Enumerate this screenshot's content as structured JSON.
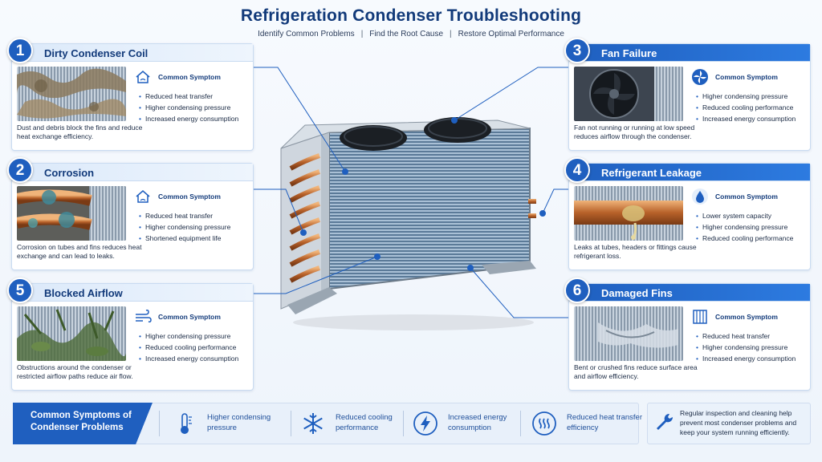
{
  "header": {
    "title": "Refrigeration Condenser Troubleshooting",
    "subtitle_parts": [
      "Identify Common Problems",
      "Find the Root Cause",
      "Restore Optimal Performance"
    ]
  },
  "common_symptom_label": "Common Symptom",
  "cards": [
    {
      "number": "1",
      "title": "Dirty Condenser Coil",
      "icon": "thermometer-house-icon",
      "caption": "Dust and debris block the fins and reduce heat exchange efficiency.",
      "symptoms": [
        "Reduced heat transfer",
        "Higher condensing pressure",
        "Increased energy consumption"
      ]
    },
    {
      "number": "2",
      "title": "Corrosion",
      "icon": "house-warning-icon",
      "caption": "Corrosion on tubes and fins reduces heat exchange and can lead to leaks.",
      "symptoms": [
        "Reduced heat transfer",
        "Higher condensing pressure",
        "Shortened equipment life"
      ]
    },
    {
      "number": "5",
      "title": "Blocked Airflow",
      "icon": "wind-icon",
      "caption": "Obstructions around the condenser or restricted airflow paths reduce air flow.",
      "symptoms": [
        "Higher condensing pressure",
        "Reduced cooling performance",
        "Increased energy consumption"
      ]
    },
    {
      "number": "3",
      "title": "Fan Failure",
      "icon": "fan-icon",
      "caption": "Fan not running or running at low speed reduces airflow through the condenser.",
      "symptoms": [
        "Higher condensing pressure",
        "Reduced cooling performance",
        "Increased energy consumption"
      ]
    },
    {
      "number": "4",
      "title": "Refrigerant Leakage",
      "icon": "droplet-icon",
      "caption": "Leaks at tubes, headers or fittings cause refrigerant loss.",
      "symptoms": [
        "Lower system capacity",
        "Higher condensing pressure",
        "Reduced cooling performance"
      ]
    },
    {
      "number": "6",
      "title": "Damaged Fins",
      "icon": "fins-icon",
      "caption": "Bent or crushed fins reduce surface area and airflow efficiency.",
      "symptoms": [
        "Reduced heat transfer",
        "Higher condensing pressure",
        "Increased energy consumption"
      ]
    }
  ],
  "bottom": {
    "label": "Common Symptoms of Condenser Problems",
    "items": [
      {
        "icon": "thermometer-icon",
        "text": "Higher condensing pressure"
      },
      {
        "icon": "snowflake-icon",
        "text": "Reduced cooling performance"
      },
      {
        "icon": "lightning-icon",
        "text": "Increased energy consumption"
      },
      {
        "icon": "heat-waves-icon",
        "text": "Reduced heat transfer efficiency"
      }
    ],
    "tip": "Regular inspection and cleaning help prevent most condenser problems and keep your system running efficiently.",
    "tip_icon": "wrench-icon"
  },
  "colors": {
    "primary": "#1f5fbf",
    "dark": "#123a7a",
    "card_border": "#c9dbf1"
  }
}
